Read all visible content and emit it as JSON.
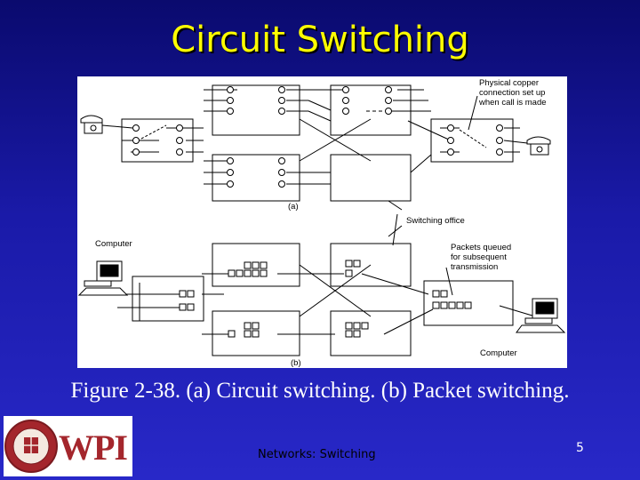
{
  "slide": {
    "title": "Circuit Switching",
    "caption": "Figure 2-38. (a) Circuit switching. (b) Packet switching.",
    "footer": "Networks: Switching",
    "page_number": "5",
    "logo_text": "WPI"
  },
  "diagram": {
    "label_a": "(a)",
    "label_b": "(b)",
    "note_physical": [
      "Physical copper",
      "connection set up",
      "when call is made"
    ],
    "note_switching": "Switching office",
    "note_packets": [
      "Packets queued",
      "for subsequent",
      "transmission"
    ],
    "label_computer_left": "Computer",
    "label_computer_right": "Computer"
  },
  "colors": {
    "title": "#ffff00",
    "background_top": "#0a0a6e",
    "background_bottom": "#2828c8",
    "logo_red": "#a4262c"
  }
}
